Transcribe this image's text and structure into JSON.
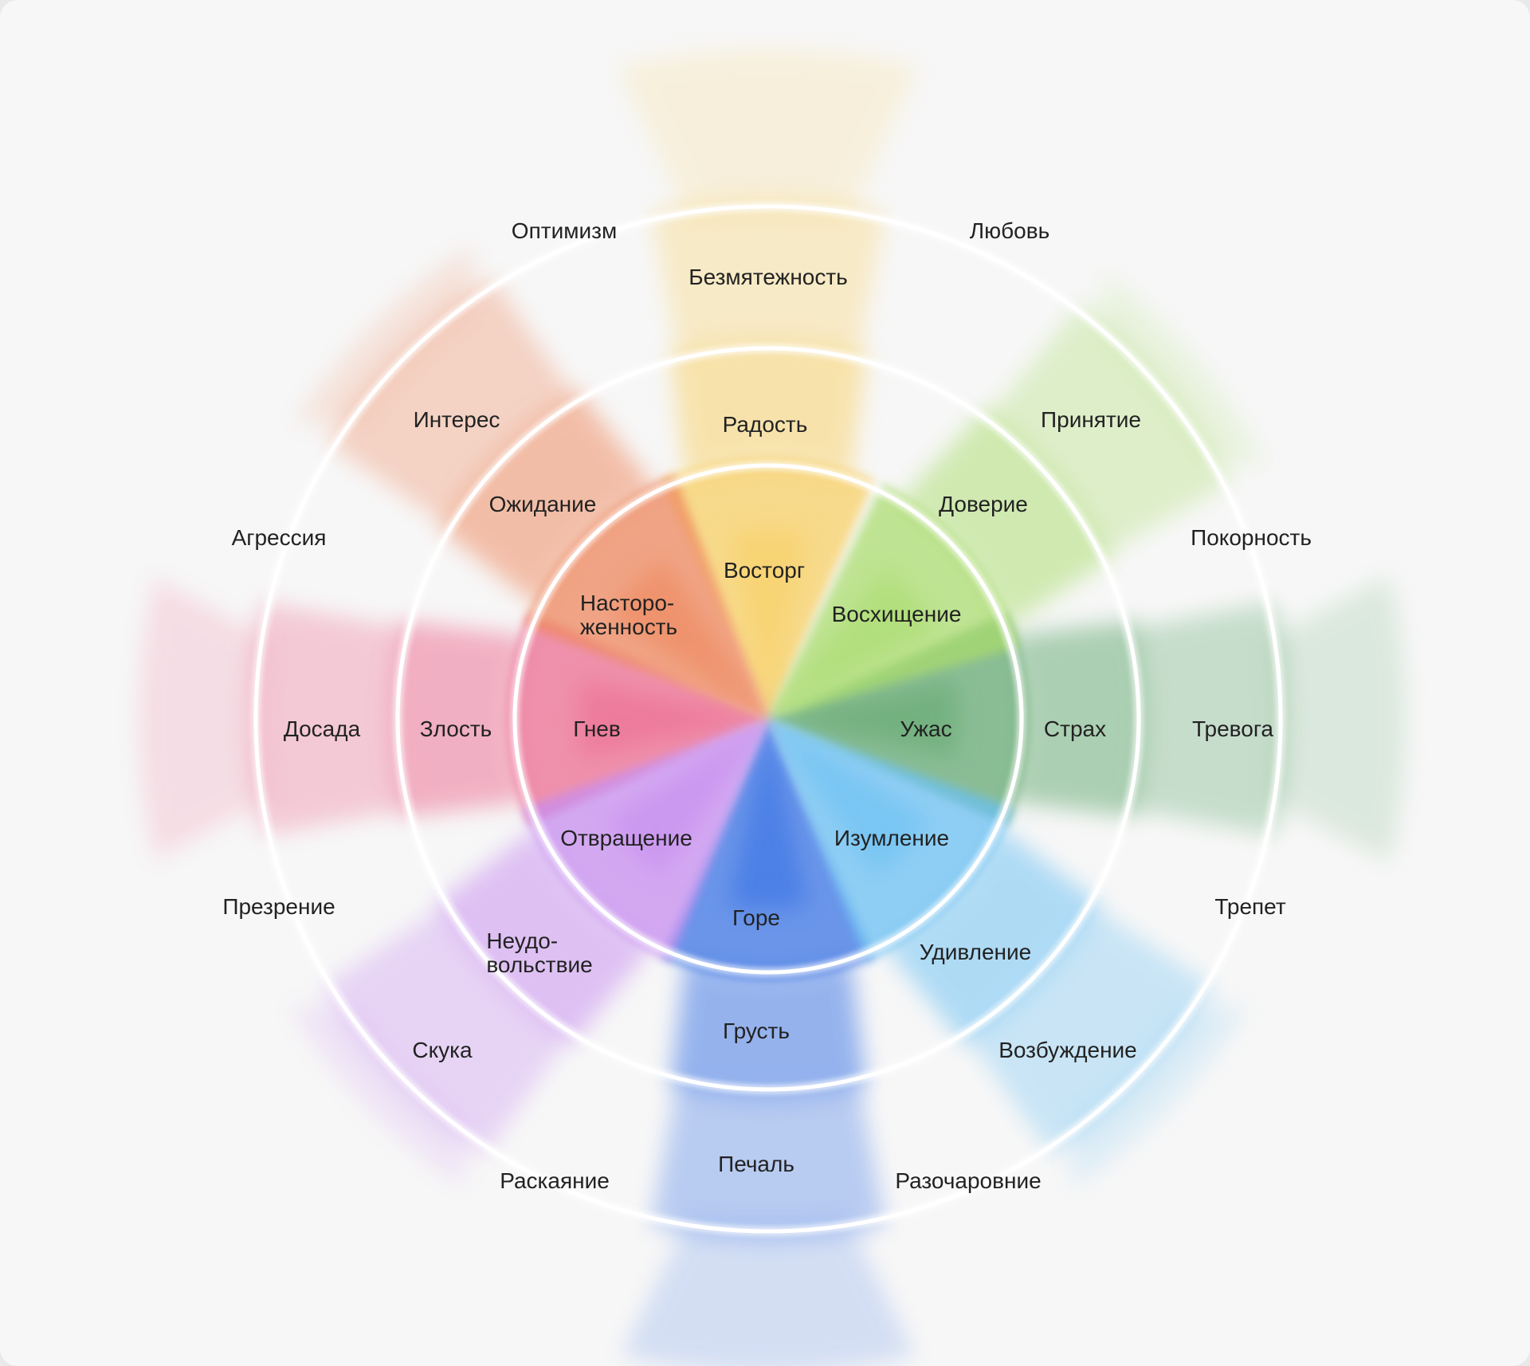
{
  "petals": [
    {
      "key": "joy",
      "color": "#f8cf62",
      "inner": "Восторг",
      "middle": "Радость",
      "outer": "Безмятежность"
    },
    {
      "key": "trust",
      "color": "#a9dc6c",
      "inner": "Восхищение",
      "middle": "Доверие",
      "outer": "Принятие"
    },
    {
      "key": "fear",
      "color": "#62a86f",
      "inner": "Ужас",
      "middle": "Страх",
      "outer": "Тревога"
    },
    {
      "key": "surprise",
      "color": "#67bff3",
      "inner": "Изумление",
      "middle": "Удивление",
      "outer": "Возбуждение"
    },
    {
      "key": "sadness",
      "color": "#356fe4",
      "inner": "Горе",
      "middle": "Грусть",
      "outer": "Печаль"
    },
    {
      "key": "disgust",
      "color": "#c68bf0",
      "inner": "Отвращение",
      "middle": "Неудо-\nвольствие",
      "outer": "Скука"
    },
    {
      "key": "anger",
      "color": "#ec6a90",
      "inner": "Гнев",
      "middle": "Злость",
      "outer": "Досада"
    },
    {
      "key": "anticipation",
      "color": "#ee855a",
      "inner": "Насторо-\nженность",
      "middle": "Ожидание",
      "outer": "Интерес"
    }
  ],
  "dyads": [
    "Любовь",
    "Покорность",
    "Трепет",
    "Разочаровние",
    "Раскаяние",
    "Презрение",
    "Агрессия",
    "Оптимизм"
  ]
}
